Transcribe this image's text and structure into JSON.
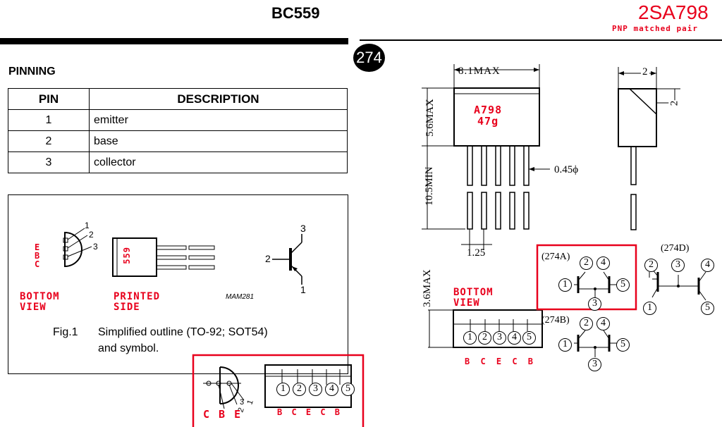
{
  "header": {
    "title_left": "BC559",
    "title_right": "2SA798",
    "subtitle_right": "PNP matched pair"
  },
  "pinning": {
    "heading": "PINNING",
    "col_pin": "PIN",
    "col_desc": "DESCRIPTION",
    "rows": [
      {
        "pin": "1",
        "desc": "emitter"
      },
      {
        "pin": "2",
        "desc": "base"
      },
      {
        "pin": "3",
        "desc": "collector"
      }
    ]
  },
  "figure": {
    "bottom_view": [
      "BOTTOM",
      "VIEW"
    ],
    "printed_side": [
      "PRINTED",
      "SIDE"
    ],
    "ebc_letters": [
      "E",
      "B",
      "C"
    ],
    "side_letters": "559",
    "mam_code": "MAM281",
    "caption_label": "Fig.1",
    "caption_line1": "Simplified outline (TO-92; SOT54)",
    "caption_line2": "and symbol.",
    "symbol_pins": {
      "p1": "1",
      "p2": "2",
      "p3": "3"
    },
    "lead_nums": {
      "a": "1",
      "b": "2",
      "c": "3"
    }
  },
  "overlay": {
    "cbe": "C B E",
    "bceb": "B C E C B",
    "pin_nums": [
      "1",
      "2",
      "3",
      "4",
      "5"
    ],
    "lead_tag": "3",
    "lead_tag2": "2",
    "lead_tag1": "1"
  },
  "package": {
    "badge": "274",
    "width_dim": "8.1MAX",
    "height_dim": "5.6MAX",
    "lead_len": "10.5MIN",
    "lead_dia": "0.45ϕ",
    "pitch": "1.25",
    "side_dim_a": "2",
    "side_dim_b": "2",
    "marking_line1": "A798",
    "marking_line2": "47g",
    "bottom_dim": "3.6MAX",
    "bottom_view": [
      "BOTTOM",
      "VIEW"
    ],
    "bottom_pins": [
      "1",
      "2",
      "3",
      "4",
      "5"
    ],
    "bottom_letters": "B C E C B"
  },
  "variants": {
    "a_label": "(274A)",
    "b_label": "(274B)",
    "d_label": "(274D)"
  },
  "colors": {
    "accent_red": "#e8001c"
  }
}
